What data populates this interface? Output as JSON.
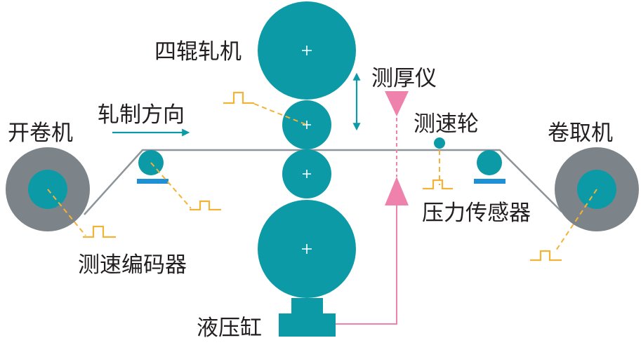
{
  "labels": {
    "mill": "四辊轧机",
    "thickness_gauge": "测厚仪",
    "speed_wheel": "测速轮",
    "rolling_direction": "轧制方向",
    "uncoiler": "开卷机",
    "coiler": "卷取机",
    "pressure_sensor": "压力传感器",
    "speed_encoder": "测速编码器",
    "hydraulic_cylinder": "液压缸"
  },
  "colors": {
    "roll": "#0c9aa6",
    "coil_outer": "#7d8489",
    "strip": "#8e959a",
    "gauge": "#ee82ac",
    "signal": "#f4b236",
    "base": "#1f8fd6",
    "text": "#231f20"
  }
}
